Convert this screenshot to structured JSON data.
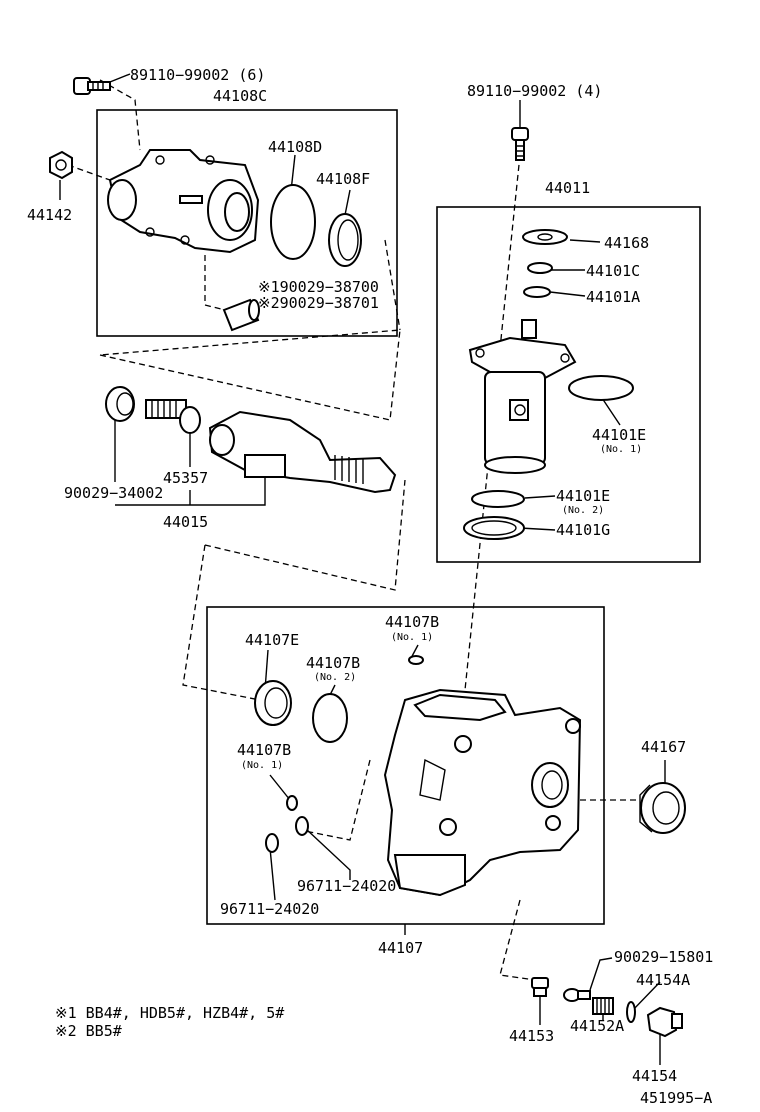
{
  "labels": {
    "bolt_top_left": "89110−99002 (6)",
    "housing_c": "44108C",
    "bolt_top_right": "89110−99002 (4)",
    "gasket_d": "44108D",
    "seal_f": "44108F",
    "valve_assy": "44011",
    "nut": "44142",
    "washer_44168": "44168",
    "ring_c": "44101C",
    "ring_a": "44101A",
    "pin_1": "※190029−38700",
    "pin_2": "※290029−38701",
    "oring_e1": "44101E",
    "oring_e1_note": "(No. 1)",
    "oring_e2": "44101E",
    "oring_e2_note": "(No. 2)",
    "seal_g": "44101G",
    "bearing_90029": "90029−34002",
    "adjust_screw": "45357",
    "shaft_assy": "44015",
    "oring_b1_top": "44107B",
    "oring_b1_top_note": "(No. 1)",
    "seal_e": "44107E",
    "oring_b2": "44107B",
    "oring_b2_note": "(No. 2)",
    "oring_b1_left": "44107B",
    "oring_b1_left_note": "(No. 1)",
    "seal_44167": "44167",
    "oring_96711_a": "96711−24020",
    "oring_96711_b": "96711−24020",
    "housing": "44107",
    "oring_90029_15801": "90029−15801",
    "spring_seat": "44154A",
    "union": "44153",
    "spring": "44152A",
    "plug": "44154",
    "note_1": "※1 BB4#, HDB5#, HZB4#, 5#",
    "note_2": "※2 BB5#",
    "diagram_id": "451995−A"
  }
}
